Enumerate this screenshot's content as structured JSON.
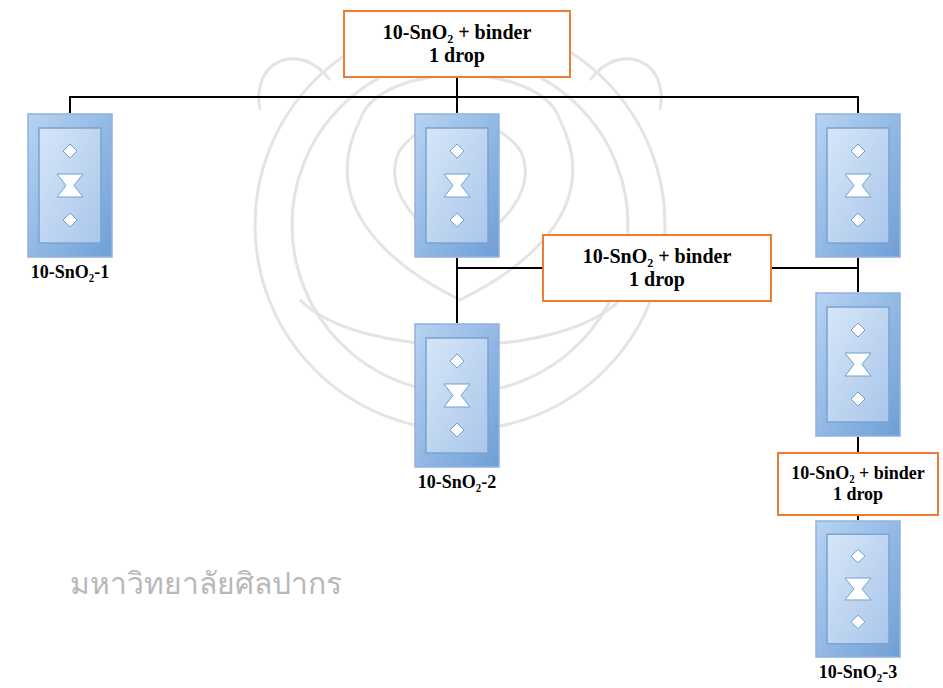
{
  "diagram": {
    "nodes": [
      {
        "text": [
          "10-SnO₂ + binder",
          "1 drop"
        ]
      },
      {
        "text": [
          "10-SnO₂-1"
        ]
      },
      {
        "text": []
      },
      {
        "text": []
      },
      {
        "text": [
          "10-SnO₂ + binder",
          "1 drop"
        ]
      },
      {
        "text": [
          "10-SnO₂-2"
        ]
      },
      {
        "text": []
      },
      {
        "text": [
          "10-SnO₂ + binder",
          "1 drop"
        ]
      },
      {
        "text": [
          "10-SnO₂-3"
        ]
      }
    ],
    "edges": [
      {
        "from": 0,
        "to": 1,
        "arrow": "none"
      },
      {
        "from": 0,
        "to": 2,
        "arrow": "none"
      },
      {
        "from": 0,
        "to": 3,
        "arrow": "none"
      },
      {
        "from": 2,
        "to": 5,
        "arrow": "none"
      },
      {
        "from": 4,
        "to": 5,
        "arrow": "none"
      },
      {
        "from": 3,
        "to": 6,
        "arrow": "none"
      },
      {
        "from": 4,
        "to": 6,
        "arrow": "none"
      },
      {
        "from": 6,
        "to": 7,
        "arrow": "none"
      },
      {
        "from": 7,
        "to": 8,
        "arrow": "none"
      }
    ],
    "labels": [
      "มหาวิทยาลัยศิลปากร"
    ]
  }
}
